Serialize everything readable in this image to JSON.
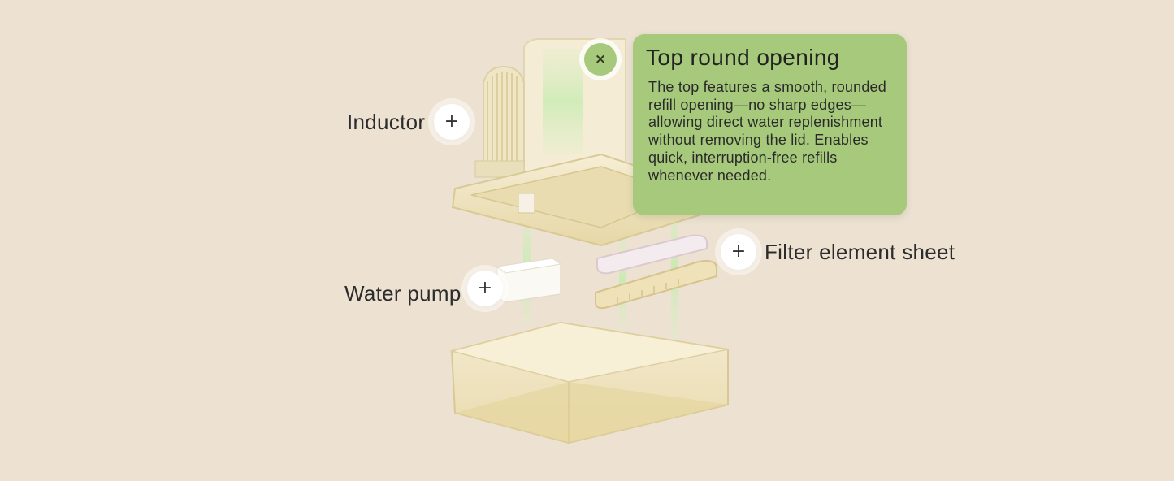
{
  "hotspots": [
    {
      "label": "Inductor",
      "icon": "plus-icon",
      "glyph": "+"
    },
    {
      "label": "Filter element sheet",
      "icon": "plus-icon",
      "glyph": "+"
    },
    {
      "label": "Water pump",
      "icon": "plus-icon",
      "glyph": "+"
    }
  ],
  "popup": {
    "title": "Top round opening",
    "body": "The top features a smooth, rounded refill opening—no sharp edges—allowing direct water replenishment without removing the lid. Enables quick, interruption-free refills whenever needed.",
    "close_glyph": "×",
    "close_icon": "close-icon"
  },
  "colors": {
    "background": "#ede2d2",
    "accent_green": "#a6c97b",
    "product_cream": "#efe3bd",
    "water_stream": "#c8e9b6"
  }
}
